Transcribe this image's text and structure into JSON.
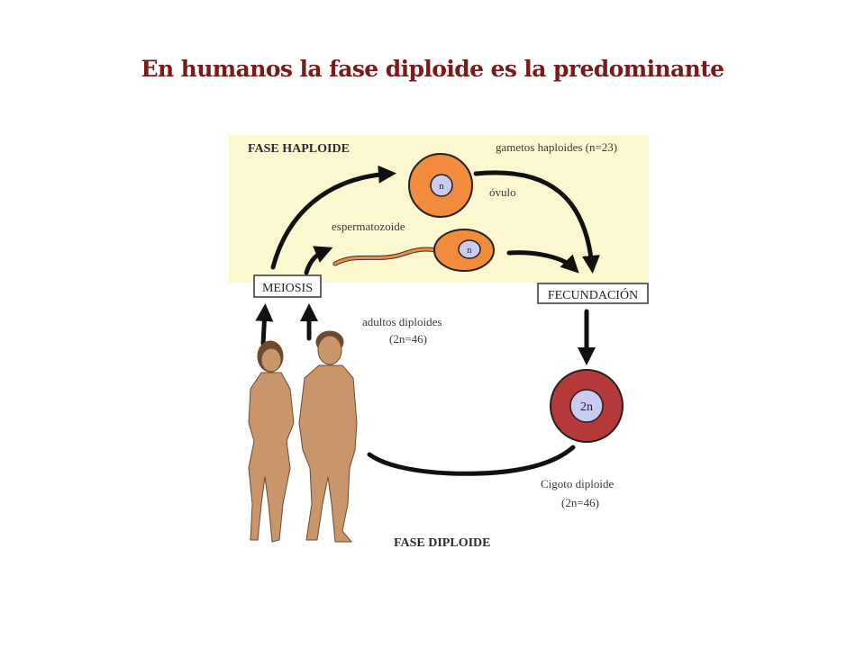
{
  "title": "En humanos la fase diploide es la predominante",
  "diagram": {
    "phase_haploid": "FASE HAPLOIDE",
    "phase_diploid": "FASE DIPLOIDE",
    "gametes": "gametos haploides (n=23)",
    "ovule": "óvulo",
    "sperm": "espermatozoide",
    "meiosis": "MEIOSIS",
    "fertilization": "FECUNDACIÓN",
    "adults_line1": "adultos diploides",
    "adults_line2": "(2n=46)",
    "zygote_line1": "Cigoto diploide",
    "zygote_line2": "(2n=46)",
    "ovule_nucleus": "n",
    "sperm_nucleus": "n",
    "zygote_nucleus": "2n"
  },
  "colors": {
    "title": "#7a1a1a",
    "haploid_background": "#fbf8cf",
    "ovule_fill": "#f28c3c",
    "zygote_fill": "#b43a3a",
    "nucleus_fill": "#c9cbf0",
    "skin": "#c8966a",
    "arrow": "#111111"
  }
}
